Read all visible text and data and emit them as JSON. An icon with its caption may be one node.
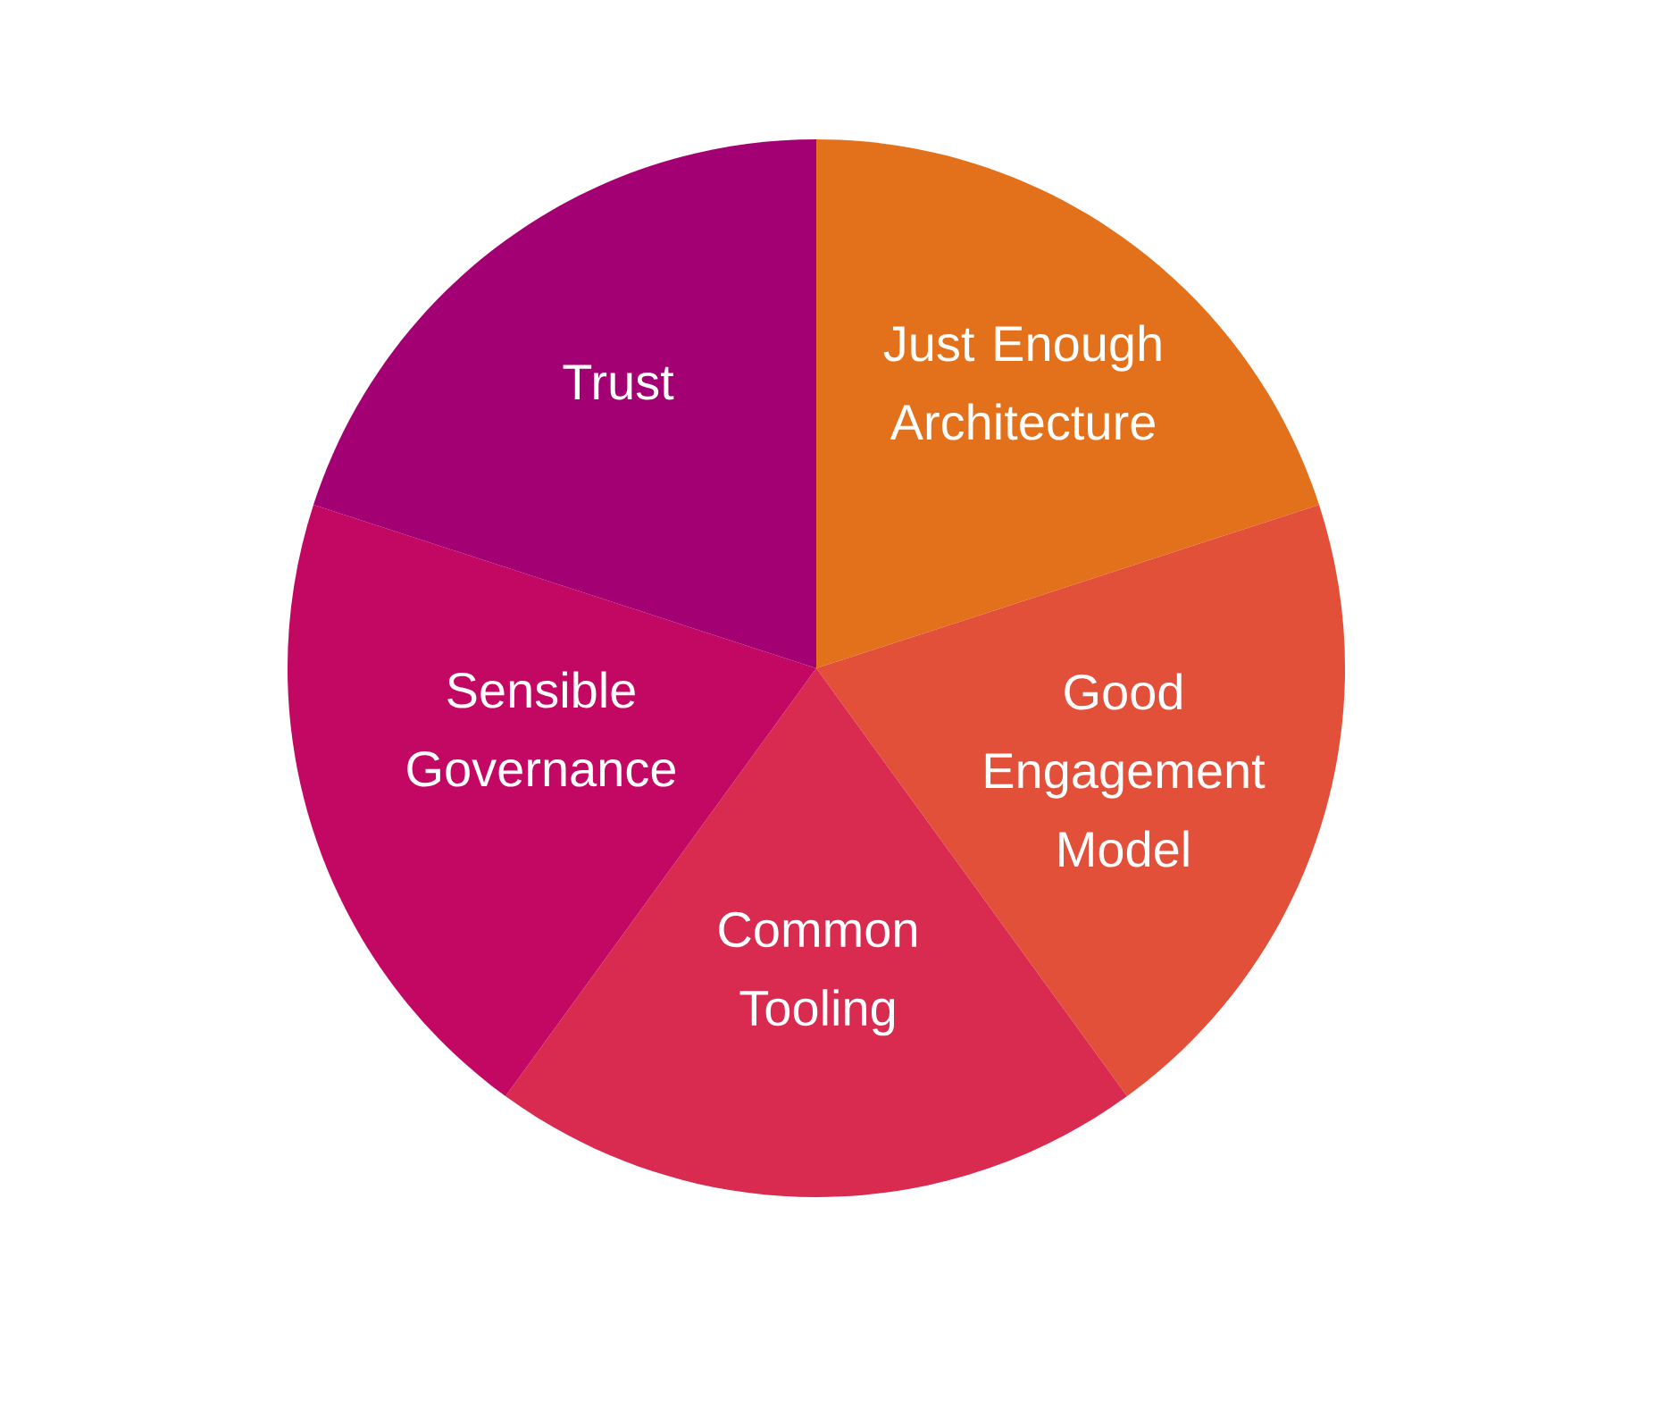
{
  "diagram": {
    "nodes": [
      {
        "text": [
          "Just Enough Architecture"
        ]
      },
      {
        "text": [
          "Good Engagement Model"
        ]
      },
      {
        "text": [
          "Common Tooling"
        ]
      },
      {
        "text": [
          "Sensible Governance"
        ]
      },
      {
        "text": [
          "Trust"
        ]
      }
    ]
  }
}
